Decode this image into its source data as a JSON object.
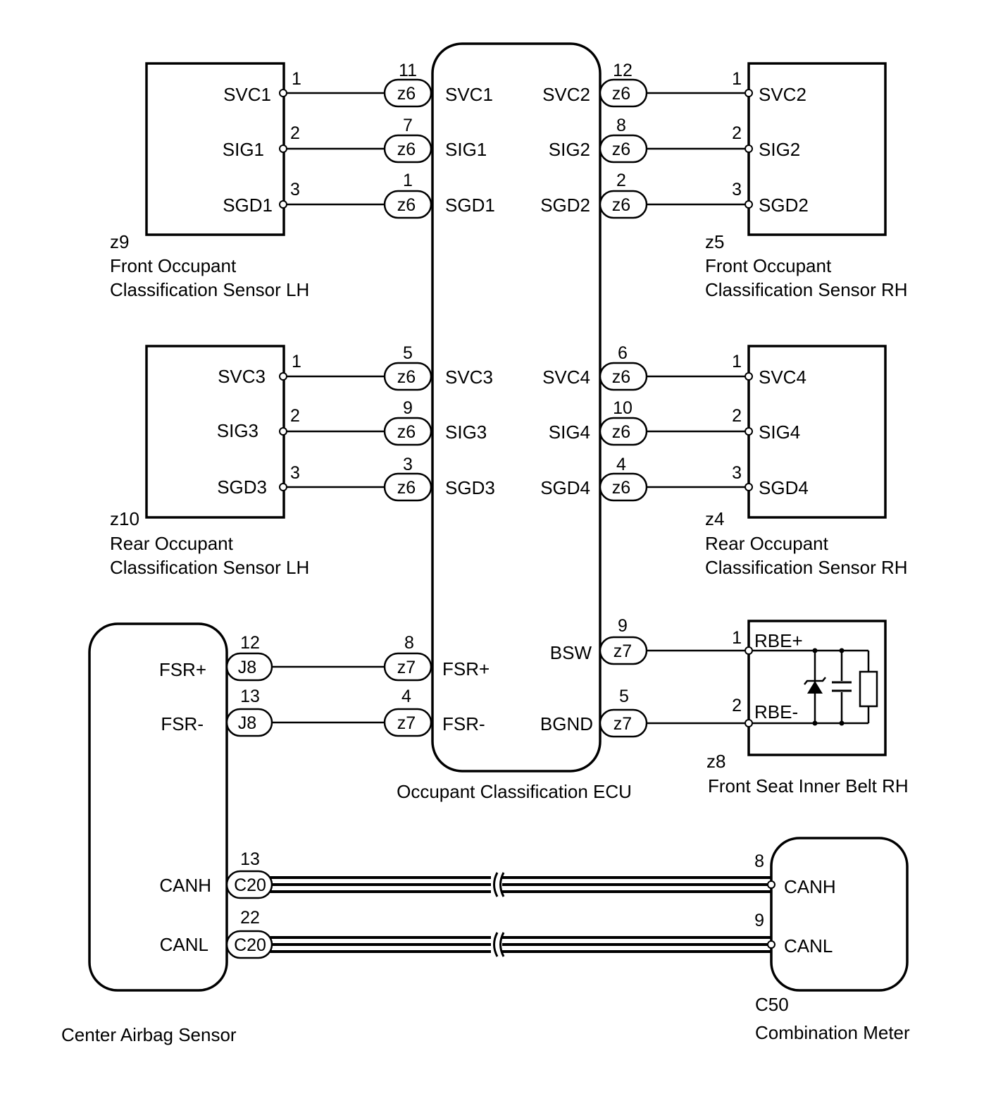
{
  "ecu": {
    "caption": "Occupant Classification ECU",
    "left_terms": [
      {
        "label": "SVC1",
        "pin": "11",
        "conn": "z6"
      },
      {
        "label": "SIG1",
        "pin": "7",
        "conn": "z6"
      },
      {
        "label": "SGD1",
        "pin": "1",
        "conn": "z6"
      },
      {
        "label": "SVC3",
        "pin": "5",
        "conn": "z6"
      },
      {
        "label": "SIG3",
        "pin": "9",
        "conn": "z6"
      },
      {
        "label": "SGD3",
        "pin": "3",
        "conn": "z6"
      },
      {
        "label": "FSR+",
        "pin": "8",
        "conn": "z7"
      },
      {
        "label": "FSR-",
        "pin": "4",
        "conn": "z7"
      }
    ],
    "right_terms": [
      {
        "label": "SVC2",
        "pin": "12",
        "conn": "z6"
      },
      {
        "label": "SIG2",
        "pin": "8",
        "conn": "z6"
      },
      {
        "label": "SGD2",
        "pin": "2",
        "conn": "z6"
      },
      {
        "label": "SVC4",
        "pin": "6",
        "conn": "z6"
      },
      {
        "label": "SIG4",
        "pin": "10",
        "conn": "z6"
      },
      {
        "label": "SGD4",
        "pin": "4",
        "conn": "z6"
      },
      {
        "label": "BSW",
        "pin": "9",
        "conn": "z7"
      },
      {
        "label": "BGND",
        "pin": "5",
        "conn": "z7"
      }
    ]
  },
  "sensor_fl": {
    "code": "z9",
    "name_line1": "Front Occupant",
    "name_line2": "Classification Sensor LH",
    "terms": [
      {
        "label": "SVC1",
        "pin": "1"
      },
      {
        "label": "SIG1",
        "pin": "2"
      },
      {
        "label": "SGD1",
        "pin": "3"
      }
    ]
  },
  "sensor_fr": {
    "code": "z5",
    "name_line1": "Front Occupant",
    "name_line2": "Classification Sensor RH",
    "terms": [
      {
        "label": "SVC2",
        "pin": "1"
      },
      {
        "label": "SIG2",
        "pin": "2"
      },
      {
        "label": "SGD2",
        "pin": "3"
      }
    ]
  },
  "sensor_rl": {
    "code": "z10",
    "name_line1": "Rear Occupant",
    "name_line2": "Classification Sensor LH",
    "terms": [
      {
        "label": "SVC3",
        "pin": "1"
      },
      {
        "label": "SIG3",
        "pin": "2"
      },
      {
        "label": "SGD3",
        "pin": "3"
      }
    ]
  },
  "sensor_rr": {
    "code": "z4",
    "name_line1": "Rear Occupant",
    "name_line2": "Classification Sensor RH",
    "terms": [
      {
        "label": "SVC4",
        "pin": "1"
      },
      {
        "label": "SIG4",
        "pin": "2"
      },
      {
        "label": "SGD4",
        "pin": "3"
      }
    ]
  },
  "belt": {
    "code": "z8",
    "name": "Front Seat Inner Belt RH",
    "terms": [
      {
        "label": "RBE+",
        "pin": "1"
      },
      {
        "label": "RBE-",
        "pin": "2"
      }
    ]
  },
  "airbag": {
    "name": "Center Airbag Sensor",
    "terms": [
      {
        "label": "FSR+",
        "pin": "12",
        "conn": "J8"
      },
      {
        "label": "FSR-",
        "pin": "13",
        "conn": "J8"
      },
      {
        "label": "CANH",
        "pin": "13",
        "conn": "C20"
      },
      {
        "label": "CANL",
        "pin": "22",
        "conn": "C20"
      }
    ]
  },
  "meter": {
    "code": "C50",
    "name": "Combination Meter",
    "terms": [
      {
        "label": "CANH",
        "pin": "8"
      },
      {
        "label": "CANL",
        "pin": "9"
      }
    ]
  },
  "icons": {
    "zener": "zener-diode-icon",
    "capacitor": "capacitor-icon",
    "resistor": "resistor-icon"
  }
}
